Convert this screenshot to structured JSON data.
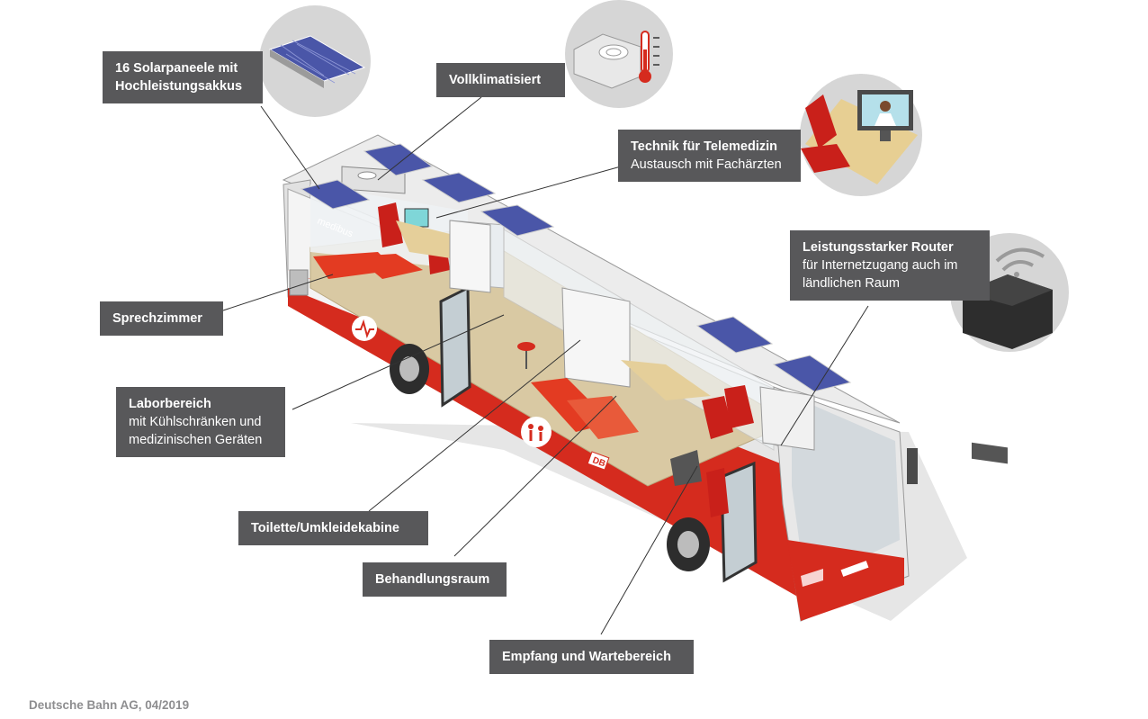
{
  "labels": {
    "solar": {
      "title": "16 Solarpaneele mit Hochleistungsakkus",
      "sub": ""
    },
    "klima": {
      "title": "Vollklimatisiert",
      "sub": ""
    },
    "telemedizin": {
      "title": "Technik für Telemedizin",
      "sub": "Austausch mit Fachärzten"
    },
    "router": {
      "title": "Leistungsstarker Router",
      "sub": "für Internetzugang auch im ländlichen Raum"
    },
    "sprechzimmer": {
      "title": "Sprechzimmer",
      "sub": ""
    },
    "labor": {
      "title": "Laborbereich",
      "sub": "mit Kühlschränken und medizinischen Geräten"
    },
    "toilette": {
      "title": "Toilette/Umkleidekabine",
      "sub": ""
    },
    "behandlung": {
      "title": "Behandlungsraum",
      "sub": ""
    },
    "empfang": {
      "title": "Empfang und Wartebereich",
      "sub": ""
    }
  },
  "bus_lettering": {
    "side_text": "medibus",
    "logo": "DB"
  },
  "source": "Deutsche Bahn AG, 04/2019",
  "colors": {
    "label_bg": "#58585a",
    "bus_red": "#d52b1e",
    "bus_white": "#f2f2f2",
    "floor": "#d9c9a3",
    "seat_red": "#c9201a",
    "solar_blue": "#4a56a8"
  }
}
